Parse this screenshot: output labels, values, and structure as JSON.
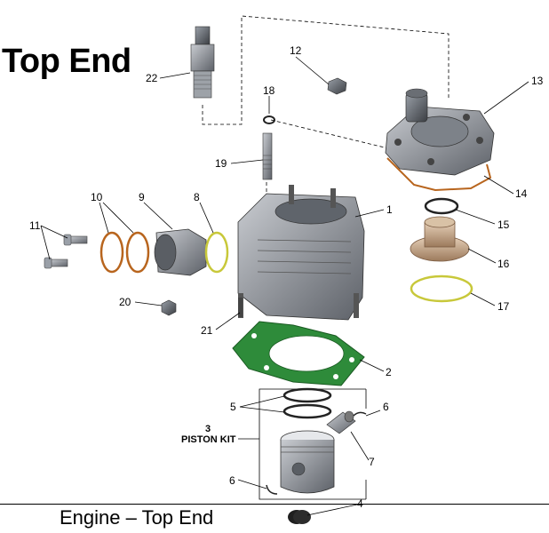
{
  "title": "Top End",
  "footer": "Engine – Top End",
  "callouts": {
    "c1": "1",
    "c2": "2",
    "c3": "3",
    "c4": "4",
    "c5": "5",
    "c6a": "6",
    "c6b": "6",
    "c7": "7",
    "c8": "8",
    "c9": "9",
    "c10": "10",
    "c11": "11",
    "c12": "12",
    "c13": "13",
    "c14": "14",
    "c15": "15",
    "c16": "16",
    "c17": "17",
    "c18": "18",
    "c19": "19",
    "c20": "20",
    "c21": "21",
    "c22": "22"
  },
  "piston_kit_label": "PISTON KIT",
  "colors": {
    "gasket_green": "#2e8b3a",
    "oring_copper": "#b8651e",
    "oring_yellow": "#c8c83a",
    "metal": "#8a8f96"
  }
}
